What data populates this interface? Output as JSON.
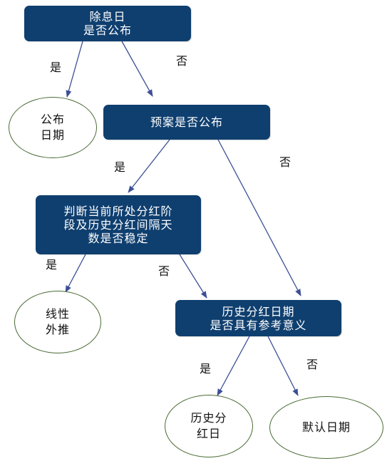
{
  "nodes": {
    "n1": [
      "除息日",
      "是否公布"
    ],
    "n2": [
      "预案是否公布"
    ],
    "n3": [
      "判断当前所处分红阶",
      "段及历史分红间隔天",
      "数是否稳定"
    ],
    "n4": [
      "历史分红日期",
      "是否具有参考意义"
    ],
    "leaf1": [
      "公布",
      "日期"
    ],
    "leaf2": [
      "线性",
      "外推"
    ],
    "leaf3": [
      "历史分",
      "红日"
    ],
    "leaf4": [
      "默认日期"
    ]
  },
  "edges": {
    "e1": "是",
    "e2": "否",
    "e3": "是",
    "e4": "否",
    "e5": "是",
    "e6": "否",
    "e7": "是",
    "e8": "否"
  },
  "colors": {
    "box_fill": "#0f3f6f",
    "ellipse_border": "#4a6b34",
    "arrow": "#3c4f96"
  }
}
